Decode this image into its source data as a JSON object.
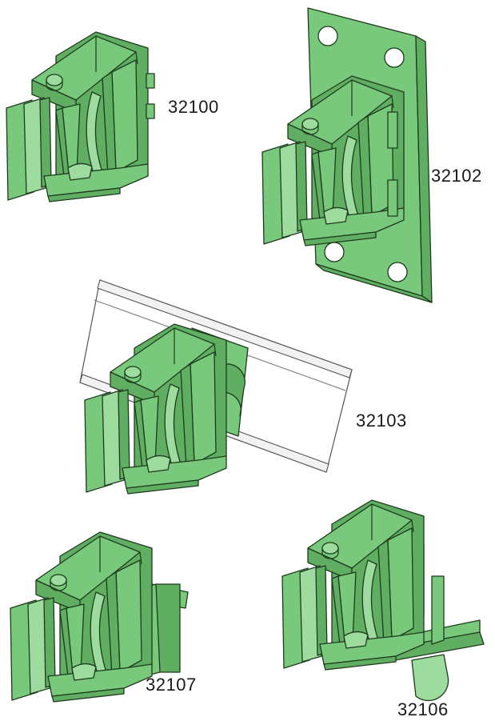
{
  "colors": {
    "green": "#79c97c",
    "green_dark": "#5fae62",
    "green_light": "#9edb9f",
    "outline": "#1e3a1e",
    "background": "#ffffff"
  },
  "parts": [
    {
      "id": "p32100",
      "label": "32100"
    },
    {
      "id": "p32102",
      "label": "32102"
    },
    {
      "id": "p32103",
      "label": "32103"
    },
    {
      "id": "p32107",
      "label": "32107"
    },
    {
      "id": "p32106",
      "label": "32106"
    }
  ]
}
